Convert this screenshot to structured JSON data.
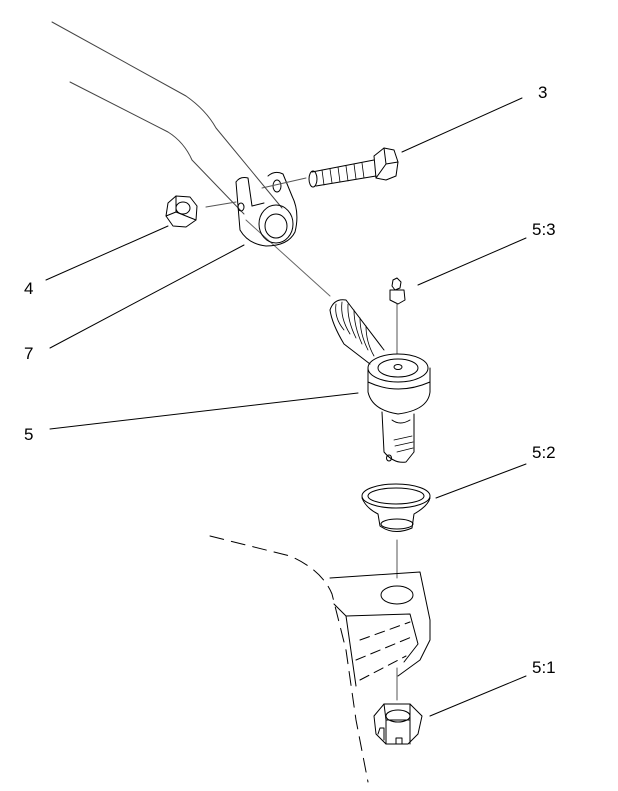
{
  "callouts": {
    "c3": "3",
    "c4": "4",
    "c7": "7",
    "c5": "5",
    "c5_1": "5:1",
    "c5_2": "5:2",
    "c5_3": "5:3"
  },
  "colors": {
    "ink": "#000000",
    "paper": "#ffffff",
    "light_line": "#555555"
  }
}
